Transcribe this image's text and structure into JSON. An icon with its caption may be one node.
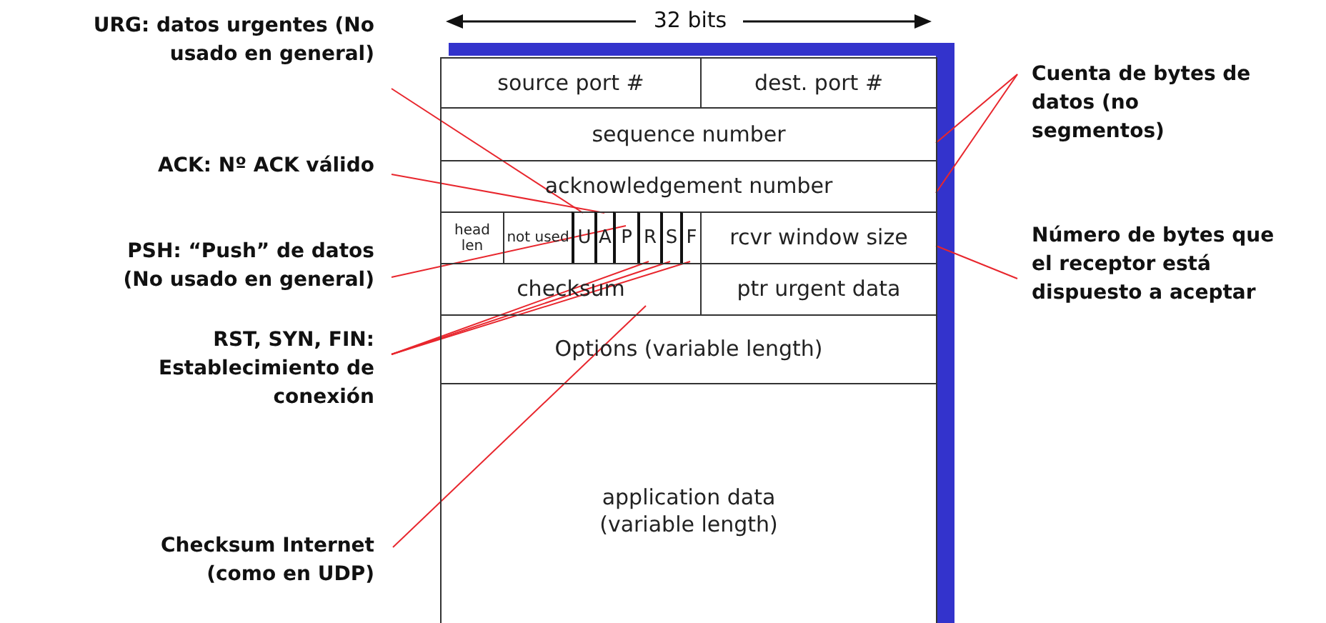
{
  "diagram": {
    "nodes": [
      {
        "text": [
          "URG: datos urgentes (No usado en general)"
        ]
      },
      {
        "text": [
          "ACK: Nº ACK válido"
        ]
      },
      {
        "text": [
          "PSH: “Push” de datos (No usado en general)"
        ]
      },
      {
        "text": [
          "RST, SYN, FIN: Establecimiento de conexión"
        ]
      },
      {
        "text": [
          "Checksum Internet (como en UDP)"
        ]
      },
      {
        "text": [
          "source port #"
        ]
      },
      {
        "text": [
          "dest. port #"
        ]
      },
      {
        "text": [
          "sequence number"
        ]
      },
      {
        "text": [
          "acknowledgement number"
        ]
      },
      {
        "text": [
          "head len"
        ]
      },
      {
        "text": [
          "not used"
        ]
      },
      {
        "text": [
          "U"
        ]
      },
      {
        "text": [
          "A"
        ]
      },
      {
        "text": [
          "P"
        ]
      },
      {
        "text": [
          "R"
        ]
      },
      {
        "text": [
          "S"
        ]
      },
      {
        "text": [
          "F"
        ]
      },
      {
        "text": [
          "rcvr window size"
        ]
      },
      {
        "text": [
          "checksum"
        ]
      },
      {
        "text": [
          "ptr urgent data"
        ]
      },
      {
        "text": [
          "Options (variable length)"
        ]
      },
      {
        "text": [
          "application data (variable length)"
        ]
      },
      {
        "text": [
          "Cuenta de bytes de datos (no segmentos)"
        ]
      },
      {
        "text": [
          "Número de bytes que el receptor está dispuesto a aceptar"
        ]
      }
    ],
    "edges": [
      {
        "from": 0,
        "to": 11,
        "arrow": "none"
      },
      {
        "from": 1,
        "to": 12,
        "arrow": "none"
      },
      {
        "from": 2,
        "to": 13,
        "arrow": "none"
      },
      {
        "from": 3,
        "to": 14,
        "arrow": "none"
      },
      {
        "from": 3,
        "to": 15,
        "arrow": "none"
      },
      {
        "from": 3,
        "to": 16,
        "arrow": "none"
      },
      {
        "from": 4,
        "to": 18,
        "arrow": "none"
      },
      {
        "from": 22,
        "to": 7,
        "arrow": "none"
      },
      {
        "from": 22,
        "to": 8,
        "arrow": "none"
      },
      {
        "from": 23,
        "to": 17,
        "arrow": "none"
      }
    ],
    "labels": [
      "32 bits"
    ]
  }
}
